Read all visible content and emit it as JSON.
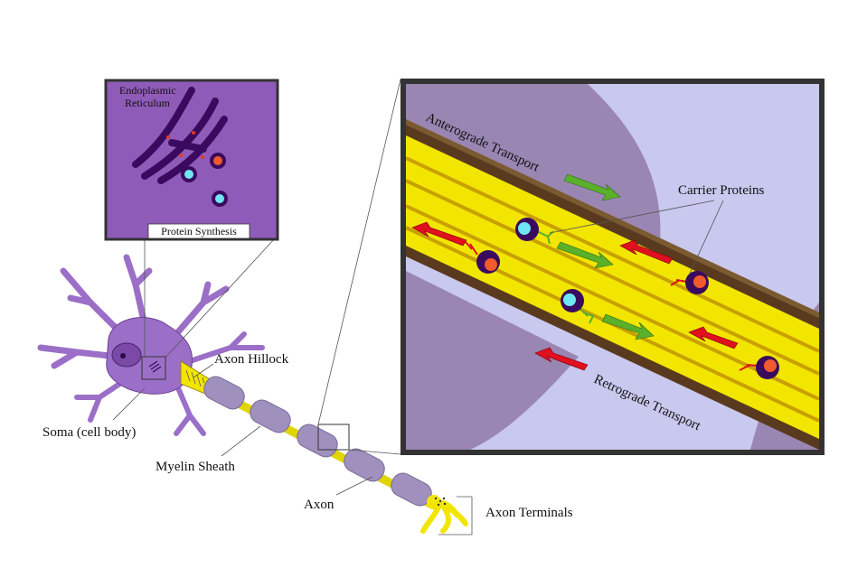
{
  "labels": {
    "soma": "Soma (cell body)",
    "axon_hillock": "Axon Hillock",
    "myelin_sheath": "Myelin Sheath",
    "axon": "Axon",
    "axon_terminals": "Axon Terminals",
    "endoplasmic_reticulum_line1": "Endoplasmic",
    "endoplasmic_reticulum_line2": "Reticulum",
    "protein_synthesis": "Protein Synthesis",
    "anterograde_transport": "Anterograde Transport",
    "retrograde_transport": "Retrograde Transport",
    "carrier_proteins": "Carrier Proteins"
  },
  "colors": {
    "neuron": "#9b6fc7",
    "neuron_dark": "#6a3f94",
    "myelin": "#9f90bd",
    "axon": "#f2e600",
    "zoom_background": "#c9c8ef",
    "inset_background": "#8f5bb8",
    "anterograde_arrow": "#5ab02a",
    "retrograde_arrow": "#e0101e",
    "vesicle_cyan": "#6fe6f2",
    "vesicle_orange": "#f05a2c",
    "vesicle_shell": "#3a0a5e",
    "frame": "#333333"
  }
}
